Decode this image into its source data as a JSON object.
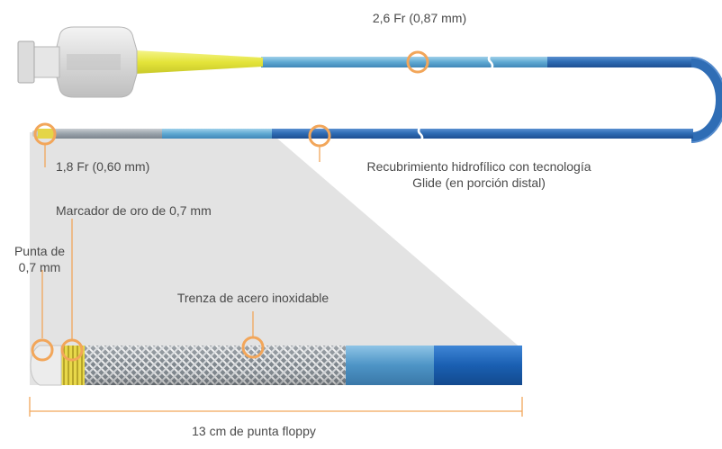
{
  "labels": {
    "proximal_size": "2,6 Fr (0,87 mm)",
    "distal_size": "1,8 Fr (0,60 mm)",
    "coating_line1": "Recubrimiento hidrofílico con tecnología",
    "coating_line2": "Glide (en porción distal)",
    "gold_marker": "Marcador de oro de 0,7 mm",
    "tip_line1": "Punta de",
    "tip_line2": "0,7 mm",
    "braid": "Trenza de acero inoxidable",
    "floppy_length": "13 cm de punta floppy"
  },
  "colors": {
    "callout_ring": "#f2a65a",
    "catheter_blue": "#2f6db5",
    "catheter_light_blue": "#6fb3d8",
    "hub_yellow": "#e8e84a",
    "zoom_gray": "#e3e3e3"
  }
}
